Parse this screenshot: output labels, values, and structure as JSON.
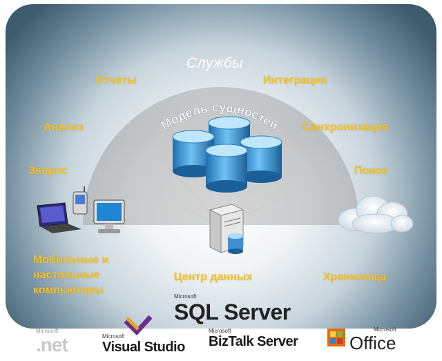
{
  "diagram": {
    "services_title": "Службы",
    "entity_model": "Модель сущностей",
    "labels": {
      "reports": "Отчеты",
      "integration": "Интеграция",
      "analysis": "Анализ",
      "sync": "Синхронизация",
      "query": "Запрос",
      "search": "Поиск",
      "mobile_desktop": "Мобильные и настольные компьютеры",
      "datacenter": "Центр данных",
      "storage": "Хранилища"
    }
  },
  "products": {
    "sql_server": {
      "vendor": "Microsoft",
      "name": "SQL Server"
    },
    "dotnet": {
      "vendor": "Microsoft",
      "name": ".net"
    },
    "visual_studio": {
      "vendor": "Microsoft",
      "name": "Visual Studio"
    },
    "biztalk": {
      "vendor": "Microsoft",
      "name": "BizTalk Server"
    },
    "office": {
      "vendor": "Microsoft",
      "name": "Office"
    }
  },
  "colors": {
    "label": "#f7c11c",
    "database": "#4a9fd6",
    "frame": "#3e5a6d"
  },
  "icons": [
    "database-cylinder-icon",
    "laptop-icon",
    "pda-icon",
    "monitor-icon",
    "server-icon",
    "cloud-icon",
    "visual-studio-logo-icon",
    "office-logo-icon"
  ]
}
